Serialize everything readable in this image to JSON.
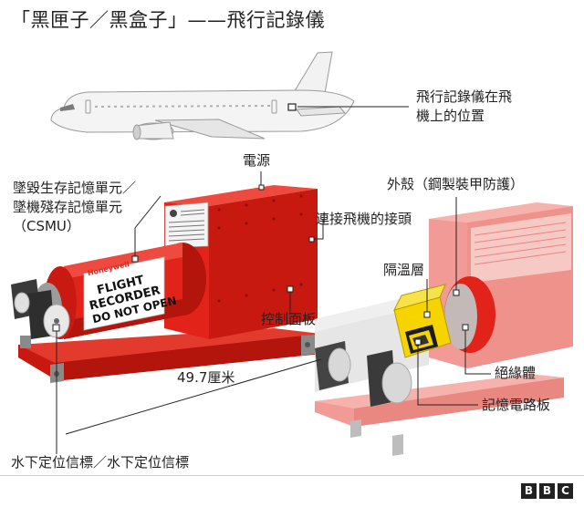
{
  "title": "「黑匣子／黑盒子」——飛行記錄儀",
  "labels": {
    "location": "飛行記錄儀在飛\n機上的位置",
    "power": "電源",
    "csmu": "墜毀生存記憶單元／\n墜機殘存記憶單元\n（CSMU）",
    "connector": "連接飛機的接頭",
    "control_panel": "控制面板",
    "dimension": "49.7厘米",
    "beacon": "水下定位信標／水下定位信標",
    "casing": "外殼（鋼製裝甲防護）",
    "insulation": "隔溫層",
    "isolation": "絕緣體",
    "memory_board": "記憶電路板"
  },
  "device_text": {
    "brand": "Honeywell",
    "line1": "FLIGHT",
    "line2": "RECORDER",
    "line3": "DO NOT OPEN"
  },
  "footer": {
    "logo_letters": [
      "B",
      "B",
      "C"
    ]
  },
  "colors": {
    "red": "#e2231a",
    "red_dark": "#b5140d",
    "red_light": "#ef4a3f",
    "faded_red": "#f29a96",
    "yellow": "#f5d400",
    "text": "#222222"
  }
}
